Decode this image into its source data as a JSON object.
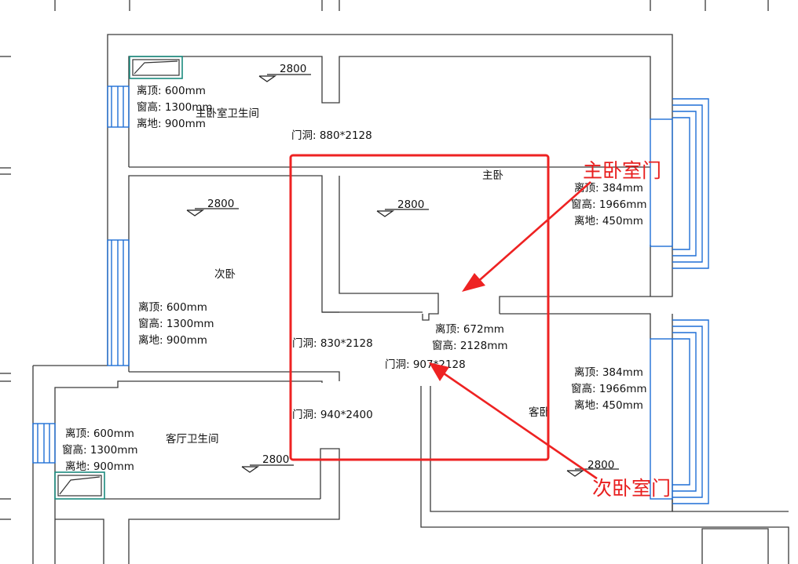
{
  "rooms": {
    "master_bath": "主卧室卫生间",
    "master_bedroom": "主卧",
    "second_bedroom": "次卧",
    "guest_bedroom": "客卧",
    "living_bath": "客厅卫生间"
  },
  "levels": {
    "master_bath": "2800",
    "master_bedroom": "2800",
    "second_bedroom": "2800",
    "living_bath": "2800",
    "guest_bedroom": "2800"
  },
  "windows": {
    "bath_top": {
      "ceiling": "离顶: 600mm",
      "height": "窗高: 1300mm",
      "floor": "离地: 900mm"
    },
    "second": {
      "ceiling": "离顶: 600mm",
      "height": "窗高: 1300mm",
      "floor": "离地: 900mm"
    },
    "bath_bottom": {
      "ceiling": "离顶: 600mm",
      "height": "窗高: 1300mm",
      "floor": "离地: 900mm"
    },
    "master": {
      "ceiling": "离顶: 384mm",
      "height": "窗高: 1966mm",
      "floor": "离地: 450mm"
    },
    "guest": {
      "ceiling": "离顶: 384mm",
      "height": "窗高: 1966mm",
      "floor": "离地: 450mm"
    },
    "center": {
      "ceiling": "离顶: 672mm",
      "height": "窗高: 2128mm"
    }
  },
  "doors": {
    "master_bath": "门洞: 880*2128",
    "second_bedroom": "门洞: 830*2128",
    "living_bath": "门洞: 940*2400",
    "guest_bedroom": "门洞: 907*2128"
  },
  "annotations": {
    "master_door": "主卧室门",
    "second_door": "次卧室门",
    "color": "#ee2222"
  },
  "colors": {
    "wall": "#3a3a3a",
    "window": "#1e6fd6",
    "fixture": "#1c8a7e"
  }
}
